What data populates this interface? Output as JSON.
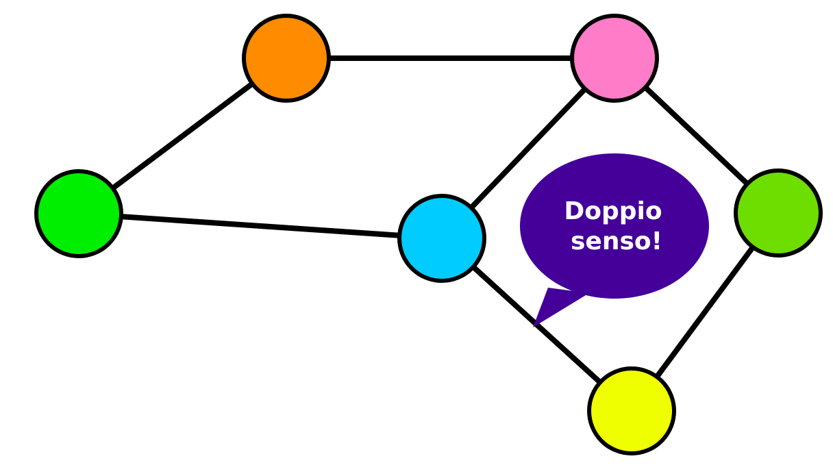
{
  "graph": {
    "nodes": [
      {
        "id": "orange",
        "color": "#FF8C00"
      },
      {
        "id": "pink",
        "color": "#FF7CC8"
      },
      {
        "id": "green",
        "color": "#00EE00"
      },
      {
        "id": "cyan",
        "color": "#00CCFF"
      },
      {
        "id": "lime",
        "color": "#6EDD00"
      },
      {
        "id": "yellow",
        "color": "#F0FF00"
      }
    ],
    "edges": [
      [
        "orange",
        "pink"
      ],
      [
        "orange",
        "green"
      ],
      [
        "green",
        "cyan"
      ],
      [
        "pink",
        "cyan"
      ],
      [
        "pink",
        "lime"
      ],
      [
        "cyan",
        "yellow"
      ],
      [
        "lime",
        "yellow"
      ]
    ]
  },
  "speech_bubble": {
    "line1": "Doppio",
    "line2": "senso!",
    "color": "#440099",
    "text_color": "#FFFFFF"
  }
}
